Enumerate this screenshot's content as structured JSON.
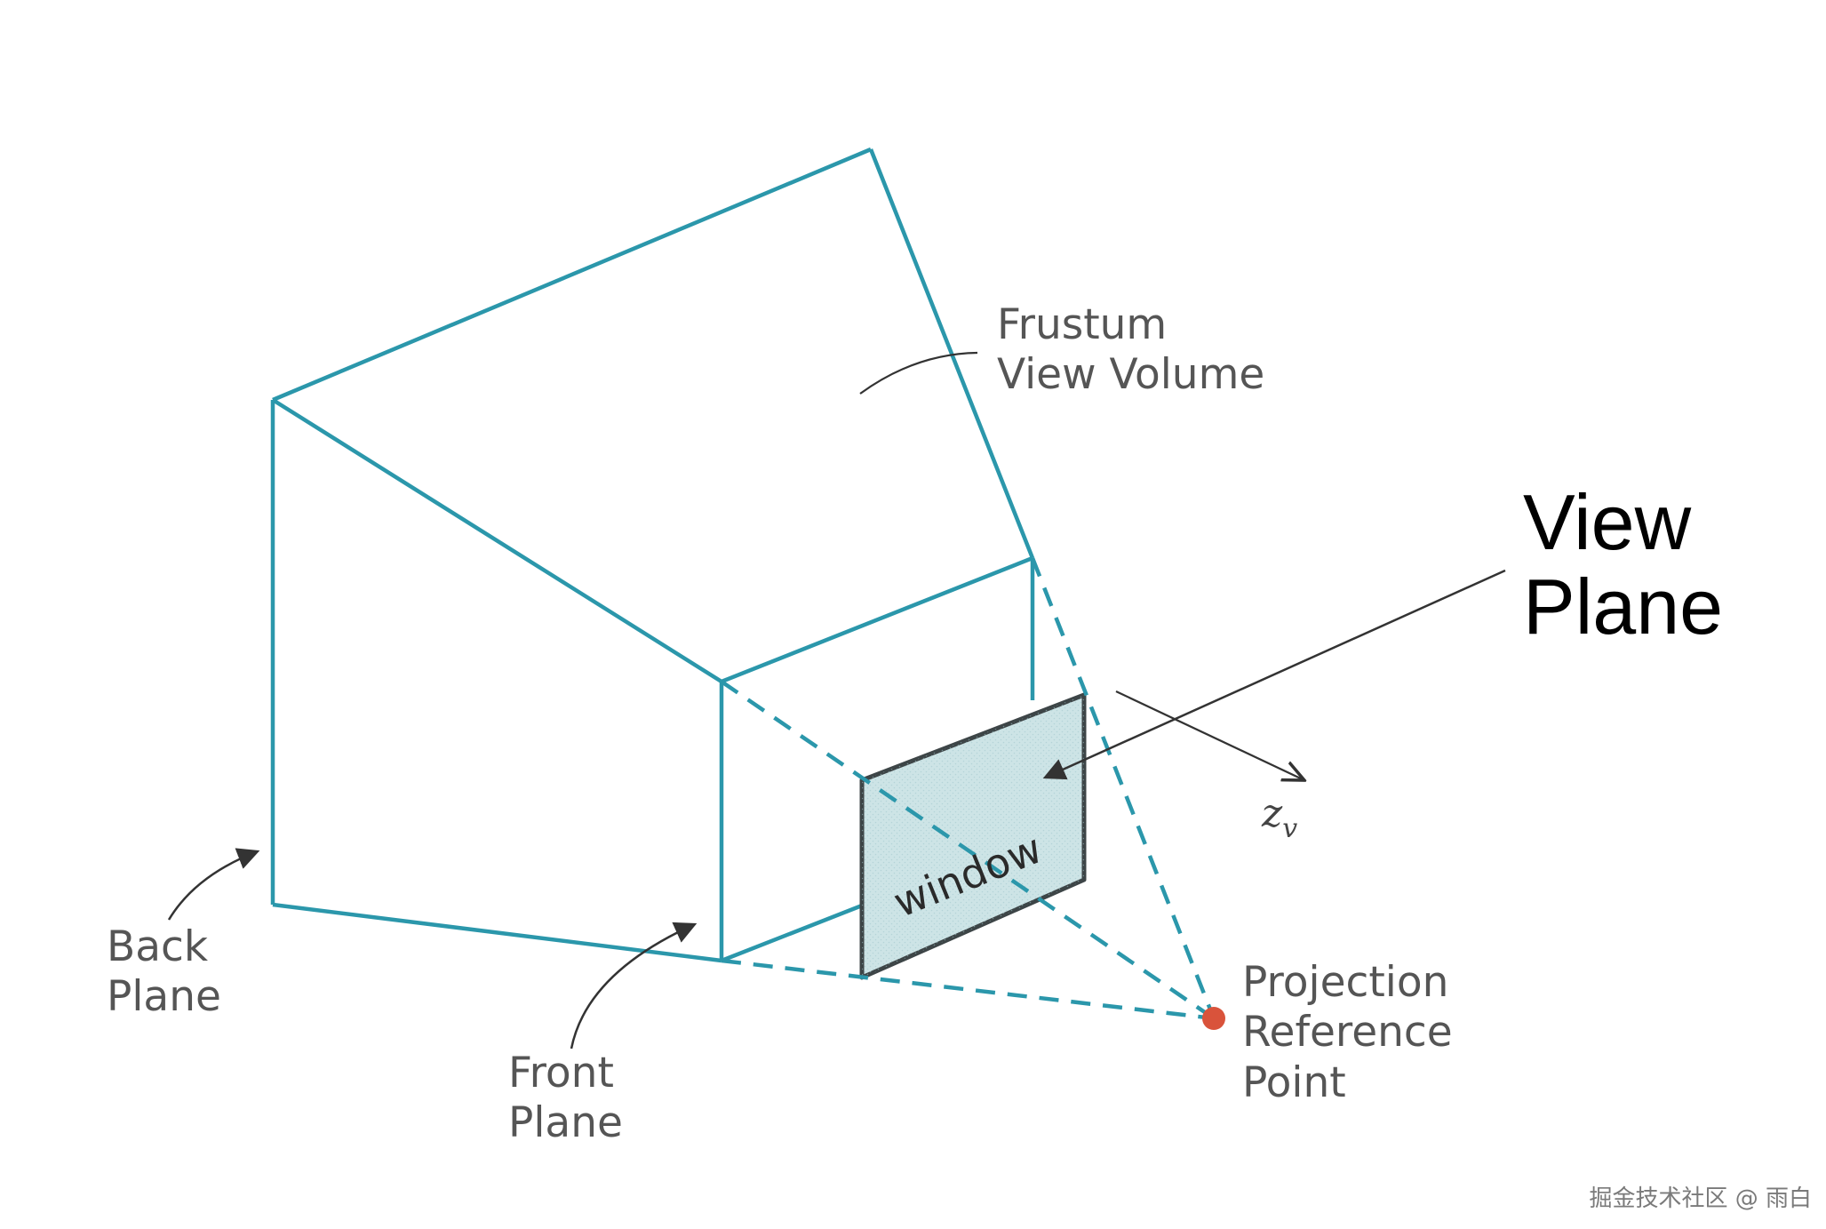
{
  "labels": {
    "frustum": [
      "Frustum",
      "View Volume"
    ],
    "view_plane": [
      "View",
      "Plane"
    ],
    "z_axis": "z",
    "z_subscript": "v",
    "window": "window",
    "back_plane": [
      "Back",
      "Plane"
    ],
    "front_plane": [
      "Front",
      "Plane"
    ],
    "projection_reference_point": [
      "Projection",
      "Reference",
      "Point"
    ]
  },
  "watermark": "掘金技术社区 @ 雨白",
  "colors": {
    "frustum_edges": "#2b97ab",
    "window_fill": "#cde4e6",
    "window_border": "#3d4547",
    "projection_point": "#d9533b",
    "text": "#555555",
    "leader_lines": "#333333"
  }
}
